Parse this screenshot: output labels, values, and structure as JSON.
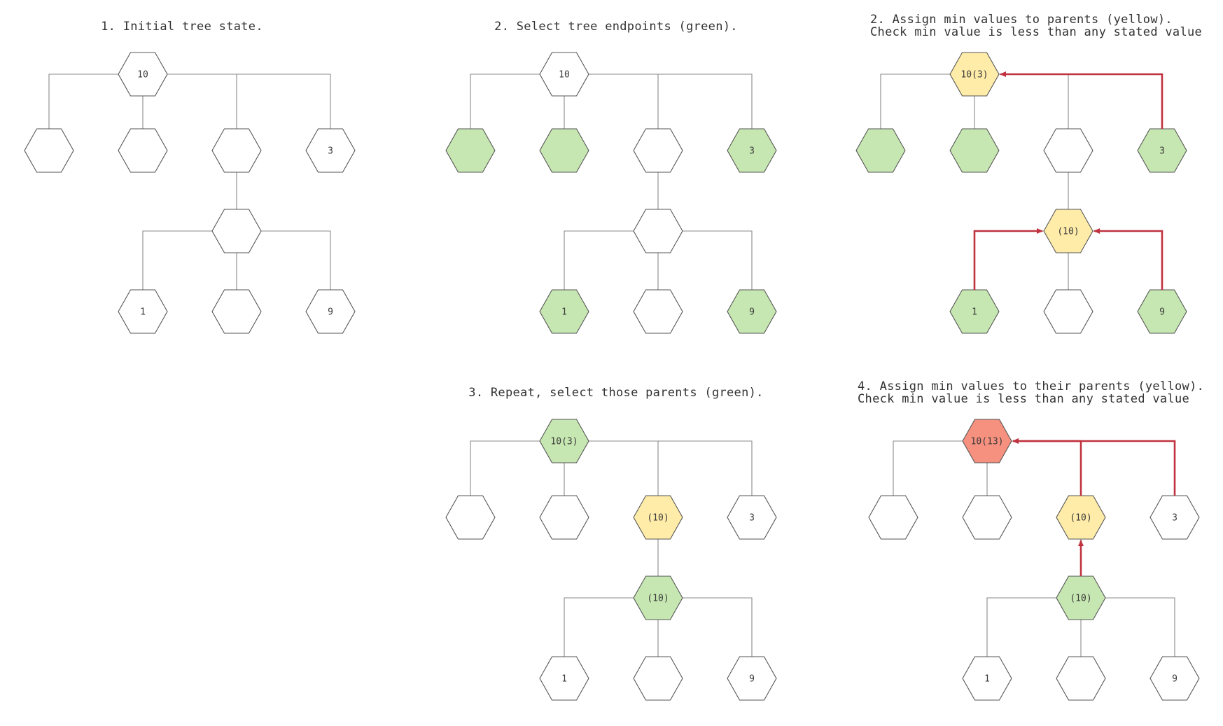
{
  "colors": {
    "white": "#ffffff",
    "green": "#c6e7b1",
    "yellow": "#ffeca9",
    "red": "#f6907f",
    "edge": "#8a8a8a",
    "arrow": "#c0323f"
  },
  "panels": [
    {
      "id": "panel-1",
      "title_lines": [
        "1. Initial tree state."
      ],
      "nodes": [
        {
          "id": "root",
          "label": "10",
          "color": "white"
        },
        {
          "id": "c1",
          "label": "",
          "color": "white"
        },
        {
          "id": "c2",
          "label": "",
          "color": "white"
        },
        {
          "id": "c3",
          "label": "",
          "color": "white"
        },
        {
          "id": "c4",
          "label": "3",
          "color": "white"
        },
        {
          "id": "mid",
          "label": "",
          "color": "white"
        },
        {
          "id": "g1",
          "label": "1",
          "color": "white"
        },
        {
          "id": "g2",
          "label": "",
          "color": "white"
        },
        {
          "id": "g3",
          "label": "9",
          "color": "white"
        }
      ]
    },
    {
      "id": "panel-2",
      "title_lines": [
        "2. Select tree endpoints (green)."
      ],
      "nodes": [
        {
          "id": "root",
          "label": "10",
          "color": "white"
        },
        {
          "id": "c1",
          "label": "",
          "color": "green"
        },
        {
          "id": "c2",
          "label": "",
          "color": "green"
        },
        {
          "id": "c3",
          "label": "",
          "color": "white"
        },
        {
          "id": "c4",
          "label": "3",
          "color": "green"
        },
        {
          "id": "mid",
          "label": "",
          "color": "white"
        },
        {
          "id": "g1",
          "label": "1",
          "color": "green"
        },
        {
          "id": "g2",
          "label": "",
          "color": "white"
        },
        {
          "id": "g3",
          "label": "9",
          "color": "green"
        }
      ]
    },
    {
      "id": "panel-3",
      "title_lines": [
        "2. Assign min values to parents (yellow).",
        "Check min value is less than any stated value"
      ],
      "nodes": [
        {
          "id": "root",
          "label": "10(3)",
          "color": "yellow"
        },
        {
          "id": "c1",
          "label": "",
          "color": "green"
        },
        {
          "id": "c2",
          "label": "",
          "color": "green"
        },
        {
          "id": "c3",
          "label": "",
          "color": "white"
        },
        {
          "id": "c4",
          "label": "3",
          "color": "green"
        },
        {
          "id": "mid",
          "label": "(10)",
          "color": "yellow"
        },
        {
          "id": "g1",
          "label": "1",
          "color": "green"
        },
        {
          "id": "g2",
          "label": "",
          "color": "white"
        },
        {
          "id": "g3",
          "label": "9",
          "color": "green"
        }
      ],
      "arrows": [
        {
          "from": "c4",
          "to": "root"
        },
        {
          "from": "g1",
          "to": "mid"
        },
        {
          "from": "g3",
          "to": "mid"
        }
      ]
    },
    {
      "id": "panel-4",
      "title_lines": [
        "3. Repeat, select those parents (green)."
      ],
      "nodes": [
        {
          "id": "root",
          "label": "10(3)",
          "color": "green"
        },
        {
          "id": "c1",
          "label": "",
          "color": "white"
        },
        {
          "id": "c2",
          "label": "",
          "color": "white"
        },
        {
          "id": "c3",
          "label": "(10)",
          "color": "yellow"
        },
        {
          "id": "c4",
          "label": "3",
          "color": "white"
        },
        {
          "id": "mid",
          "label": "(10)",
          "color": "green"
        },
        {
          "id": "g1",
          "label": "1",
          "color": "white"
        },
        {
          "id": "g2",
          "label": "",
          "color": "white"
        },
        {
          "id": "g3",
          "label": "9",
          "color": "white"
        }
      ]
    },
    {
      "id": "panel-5",
      "title_lines": [
        "4. Assign min values to their parents (yellow).",
        "Check min value is less than any stated value"
      ],
      "nodes": [
        {
          "id": "root",
          "label": "10(13)",
          "color": "red"
        },
        {
          "id": "c1",
          "label": "",
          "color": "white"
        },
        {
          "id": "c2",
          "label": "",
          "color": "white"
        },
        {
          "id": "c3",
          "label": "(10)",
          "color": "yellow"
        },
        {
          "id": "c4",
          "label": "3",
          "color": "white"
        },
        {
          "id": "mid",
          "label": "(10)",
          "color": "green"
        },
        {
          "id": "g1",
          "label": "1",
          "color": "white"
        },
        {
          "id": "g2",
          "label": "",
          "color": "white"
        },
        {
          "id": "g3",
          "label": "9",
          "color": "white"
        }
      ],
      "arrows": [
        {
          "from": "c4",
          "to": "root"
        },
        {
          "from": "c3",
          "to": "root"
        },
        {
          "from": "mid",
          "to": "c3"
        }
      ]
    }
  ]
}
